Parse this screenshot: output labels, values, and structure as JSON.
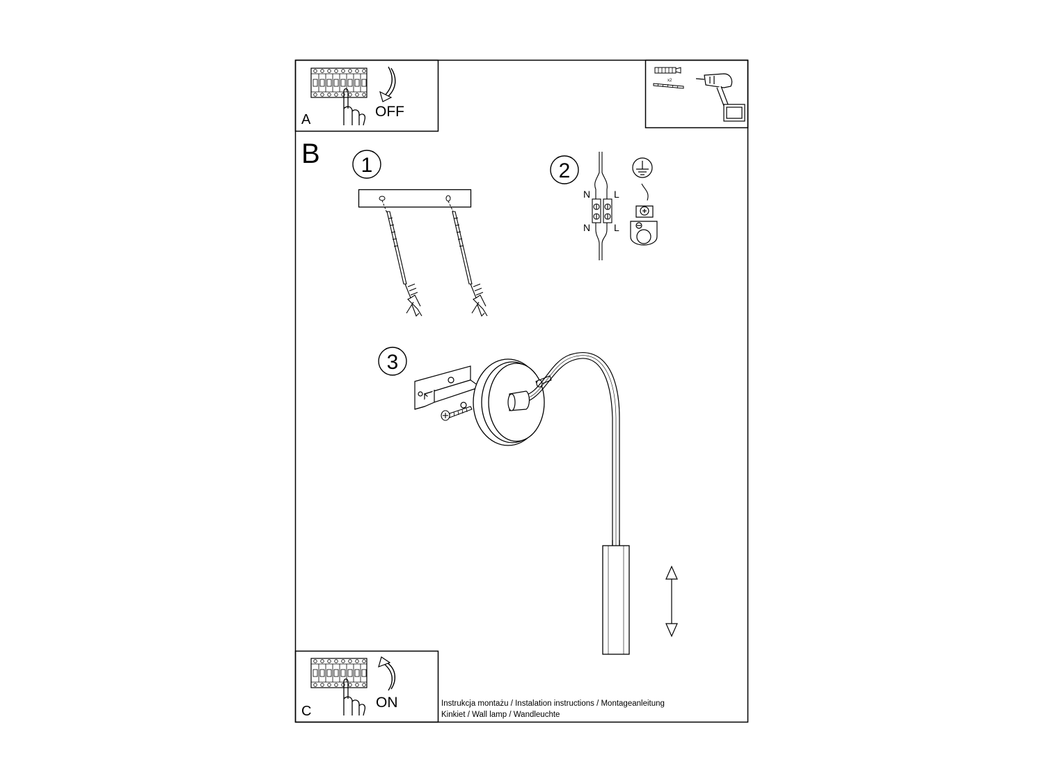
{
  "panel_a": {
    "letter": "A",
    "switch_state": "OFF",
    "icons": [
      "breaker-panel-icon",
      "hand-icon",
      "rotate-down-arrow-icon"
    ]
  },
  "tools": {
    "anchor_count": "x2",
    "icons": [
      "wall-plug-icon",
      "screw-icon",
      "drill-icon"
    ]
  },
  "section_b": {
    "letter": "B",
    "steps": [
      {
        "number": "1"
      },
      {
        "number": "2",
        "wire_labels": {
          "neutral": "N",
          "live": "L"
        }
      },
      {
        "number": "3"
      }
    ]
  },
  "panel_c": {
    "letter": "C",
    "switch_state": "ON",
    "icons": [
      "breaker-panel-icon",
      "hand-icon",
      "rotate-up-arrow-icon"
    ]
  },
  "footer": {
    "line1": "Instrukcja montażu / Instalation instructions / Montageanleitung",
    "line2": "Kinkiet  / Wall lamp / Wandleuchte"
  }
}
